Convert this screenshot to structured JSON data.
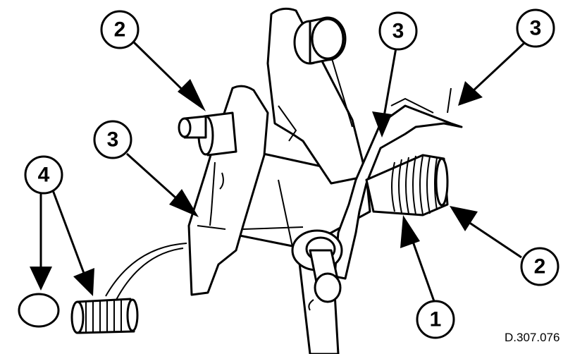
{
  "callouts": [
    {
      "id": "c1",
      "label": "1"
    },
    {
      "id": "c2a",
      "label": "2"
    },
    {
      "id": "c2b",
      "label": "2"
    },
    {
      "id": "c3a",
      "label": "3"
    },
    {
      "id": "c3b",
      "label": "3"
    },
    {
      "id": "c3c",
      "label": "3"
    },
    {
      "id": "c4",
      "label": "4"
    }
  ],
  "reference": "D.307.076",
  "colors": {
    "ink": "#000000",
    "paper": "#ffffff"
  }
}
